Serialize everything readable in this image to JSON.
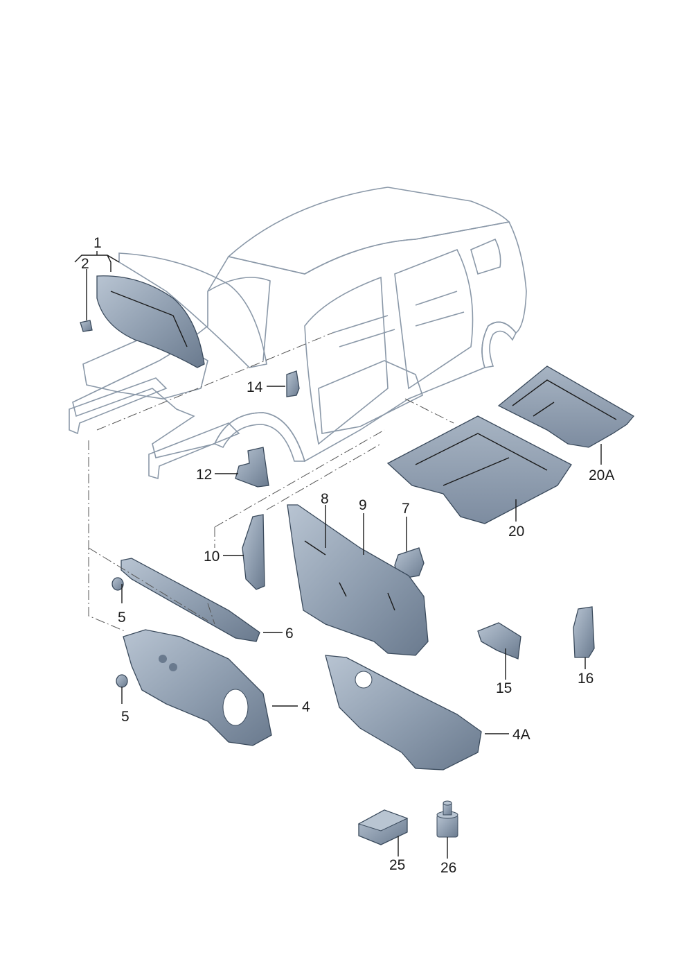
{
  "callouts": {
    "c1": "1",
    "c2": "2",
    "c4": "4",
    "c4a": "4A",
    "c5a": "5",
    "c5b": "5",
    "c6": "6",
    "c7": "7",
    "c8": "8",
    "c9": "9",
    "c10": "10",
    "c12": "12",
    "c14": "14",
    "c15": "15",
    "c16": "16",
    "c20": "20",
    "c20a": "20A",
    "c25": "25",
    "c26": "26"
  },
  "colors": {
    "part_fill": "#8d9cae",
    "part_light": "#c9d3de",
    "body_fill": "#e6ecf2",
    "body_shade": "#cfd9e3",
    "ink": "#1a1a1a"
  }
}
